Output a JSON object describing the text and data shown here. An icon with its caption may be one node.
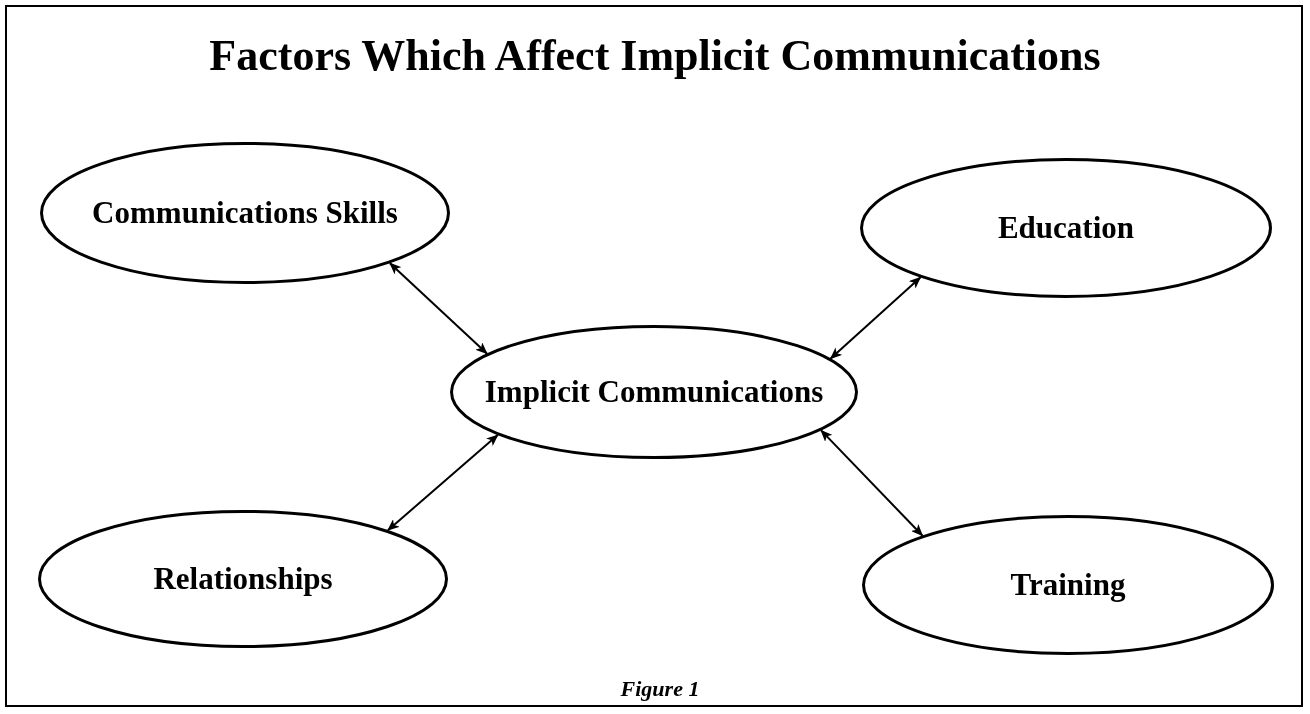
{
  "diagram": {
    "title": "Factors Which Affect Implicit Communications",
    "caption": "Figure 1",
    "nodes": [
      {
        "text": [
          "Communications Skills"
        ]
      },
      {
        "text": [
          "Education"
        ]
      },
      {
        "text": [
          "Implicit Communications"
        ]
      },
      {
        "text": [
          "Relationships"
        ]
      },
      {
        "text": [
          "Training"
        ]
      }
    ],
    "edges": [
      {
        "from": 0,
        "to": 2,
        "arrow": "both"
      },
      {
        "from": 1,
        "to": 2,
        "arrow": "both"
      },
      {
        "from": 3,
        "to": 2,
        "arrow": "both"
      },
      {
        "from": 4,
        "to": 2,
        "arrow": "both"
      }
    ]
  }
}
